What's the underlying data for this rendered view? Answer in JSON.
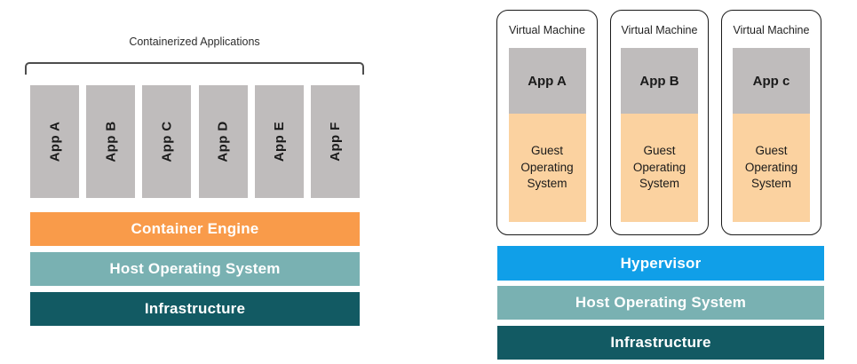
{
  "colors": {
    "app_gray": "#bfbcbc",
    "container_engine_orange": "#f99b4a",
    "host_os_teal": "#79b1b2",
    "infrastructure_dark_teal": "#125a63",
    "hypervisor_blue": "#109fe8",
    "guest_os_peach": "#fbd2a0"
  },
  "left": {
    "title": "Containerized Applications",
    "apps": [
      "App A",
      "App B",
      "App C",
      "App D",
      "App E",
      "App F"
    ],
    "layers": [
      {
        "label": "Container Engine",
        "color": "#f99b4a"
      },
      {
        "label": "Host Operating System",
        "color": "#79b1b2"
      },
      {
        "label": "Infrastructure",
        "color": "#125a63"
      }
    ]
  },
  "right": {
    "vms": [
      {
        "title": "Virtual Machine",
        "app": "App A",
        "os": "Guest Operating System"
      },
      {
        "title": "Virtual Machine",
        "app": "App B",
        "os": "Guest Operating System"
      },
      {
        "title": "Virtual Machine",
        "app": "App c",
        "os": "Guest Operating System"
      }
    ],
    "layers": [
      {
        "label": "Hypervisor",
        "color": "#109fe8"
      },
      {
        "label": "Host Operating System",
        "color": "#79b1b2"
      },
      {
        "label": "Infrastructure",
        "color": "#125a63"
      }
    ]
  }
}
